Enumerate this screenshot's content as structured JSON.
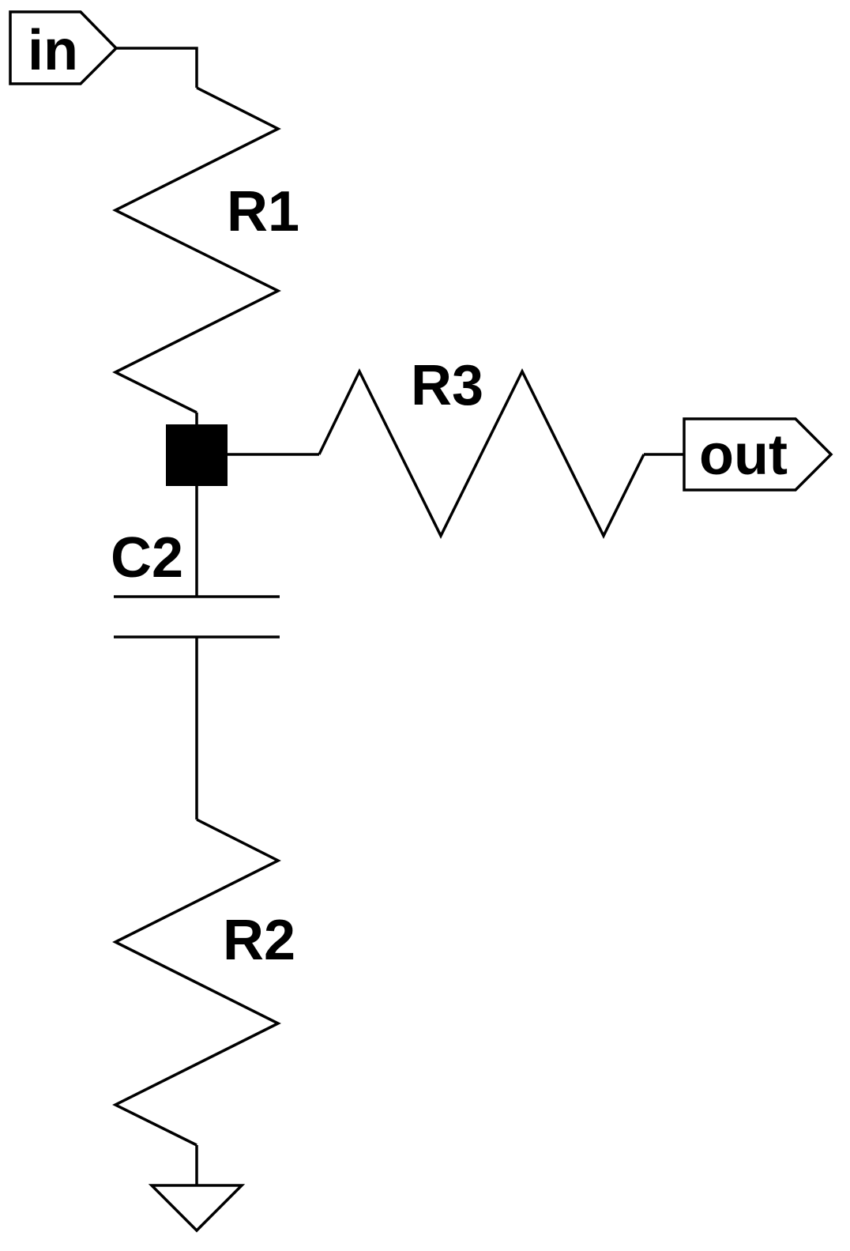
{
  "ports": {
    "input": "in",
    "output": "out"
  },
  "components": {
    "r1": "R1",
    "r2": "R2",
    "r3": "R3",
    "c2": "C2"
  },
  "colors": {
    "stroke": "#000000",
    "background": "#ffffff"
  }
}
